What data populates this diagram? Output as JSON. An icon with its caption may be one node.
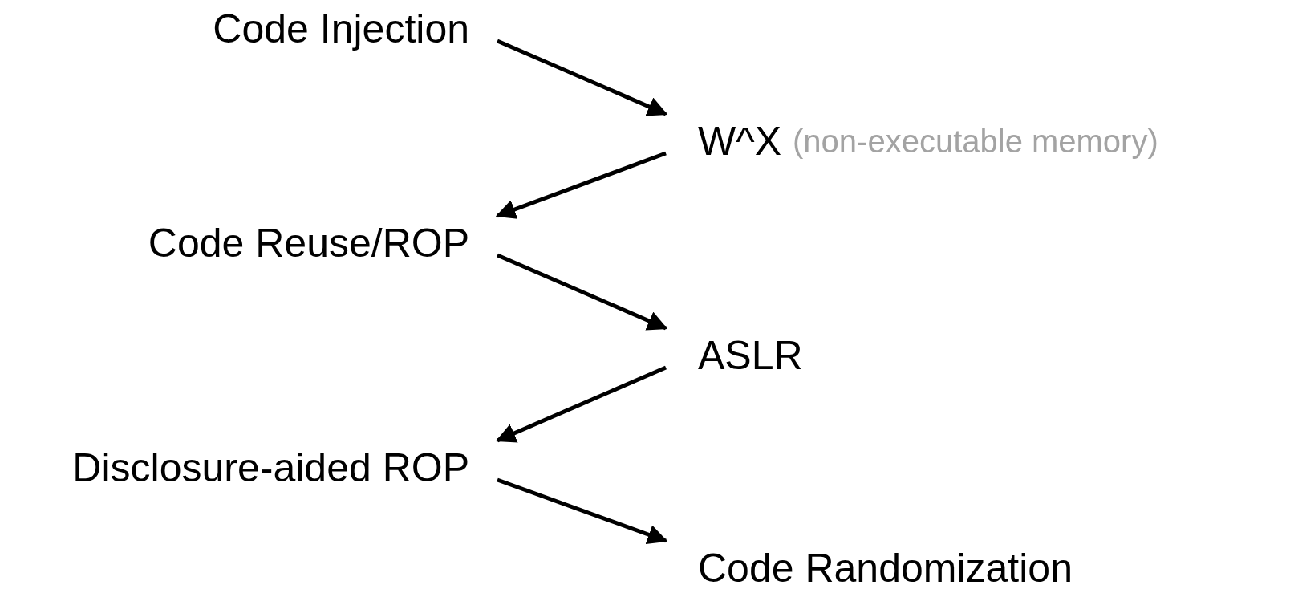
{
  "diagram": {
    "nodes": [
      {
        "text": [
          "Code Injection"
        ]
      },
      {
        "text": [
          "W^X",
          "(non-executable memory)"
        ]
      },
      {
        "text": [
          "Code Reuse/ROP"
        ]
      },
      {
        "text": [
          "ASLR"
        ]
      },
      {
        "text": [
          "Disclosure-aided ROP"
        ]
      },
      {
        "text": [
          "Code Randomization"
        ]
      }
    ],
    "edges": [
      {
        "from": 0,
        "to": 1,
        "arrow": "to"
      },
      {
        "from": 1,
        "to": 2,
        "arrow": "to"
      },
      {
        "from": 2,
        "to": 3,
        "arrow": "to"
      },
      {
        "from": 3,
        "to": 4,
        "arrow": "to"
      },
      {
        "from": 4,
        "to": 5,
        "arrow": "to"
      }
    ]
  }
}
